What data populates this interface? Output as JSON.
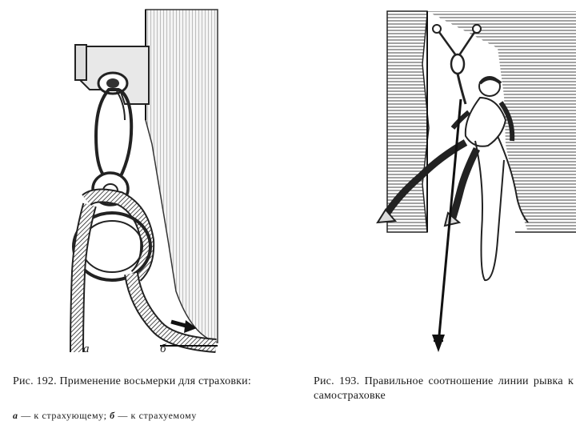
{
  "figure192": {
    "caption": "Рис. 192. Применение восьмерки для страховки:",
    "legend": {
      "a_key": "а",
      "a_text": " — к страхующему; ",
      "b_key": "б",
      "b_text": " — к страхуемому"
    },
    "labels": {
      "a": "а",
      "b": "б"
    }
  },
  "figure193": {
    "caption": "Рис. 193. Правильное соотношение линии рывка к самостраховке"
  }
}
